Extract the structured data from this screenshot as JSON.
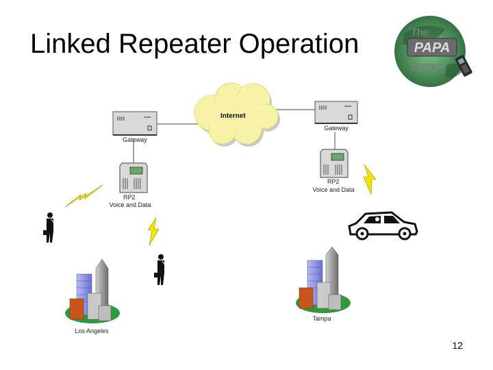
{
  "slide": {
    "title": "Linked Repeater Operation",
    "page_number": "12"
  },
  "logo": {
    "word_the": "The",
    "word_brand": "PAPA",
    "word_system": "System"
  },
  "diagram": {
    "cloud_label": "Internet",
    "left_gateway_label": "Gateway",
    "right_gateway_label": "Gateway",
    "left_repeater_line1": "RP2",
    "left_repeater_line2": "Voice and Data",
    "right_repeater_line1": "RP2",
    "right_repeater_line2": "Voice and Data",
    "left_city_label": "Los Angeles",
    "right_city_label": "Tampa"
  },
  "colors": {
    "cloud_fill": "#f6f3a6",
    "cloud_shadow": "#c9c9c9",
    "lightning": "#f2e600",
    "device_gray": "#d9d9d9",
    "grass": "#2e9b3a",
    "building_blue": "#8a8fe0",
    "building_gray": "#8c8c8c",
    "building_orange": "#c8541e"
  }
}
